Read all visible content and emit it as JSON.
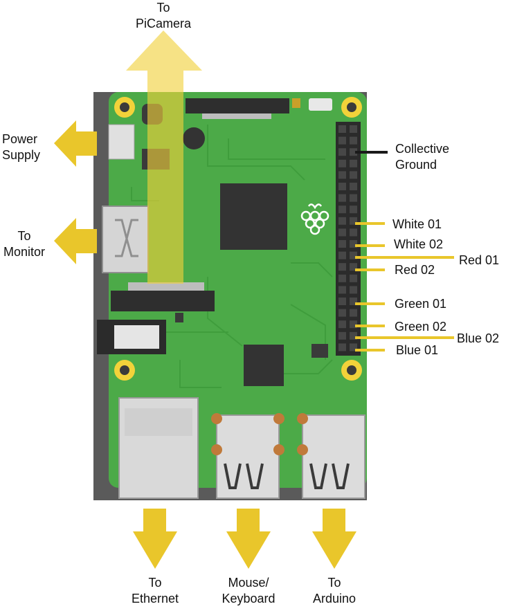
{
  "labels": {
    "picamera": [
      "To",
      "PiCamera"
    ],
    "power": [
      "Power",
      "Supply"
    ],
    "monitor": [
      "To",
      "Monitor"
    ],
    "ground": [
      "Collective",
      "Ground"
    ],
    "white01": "White 01",
    "white02": "White 02",
    "red01": "Red 01",
    "red02": "Red 02",
    "green01": "Green 01",
    "green02": "Green 02",
    "blue02": "Blue 02",
    "blue01": "Blue 01",
    "ethernet": [
      "To",
      "Ethernet"
    ],
    "keyboard": [
      "Mouse/",
      "Keyboard"
    ],
    "arduino": [
      "To",
      "Arduino"
    ]
  },
  "colors": {
    "board": "#4caa48",
    "board_edge": "#3f8f3c",
    "frame": "#5a5a5a",
    "arrow": "#e9c62b",
    "chip": "#333333",
    "hole": "#f2d23a",
    "port": "#d9d9d9",
    "ground_wire": "#1a1a1a"
  },
  "icons": {
    "logo": "raspberry-logo-icon"
  }
}
